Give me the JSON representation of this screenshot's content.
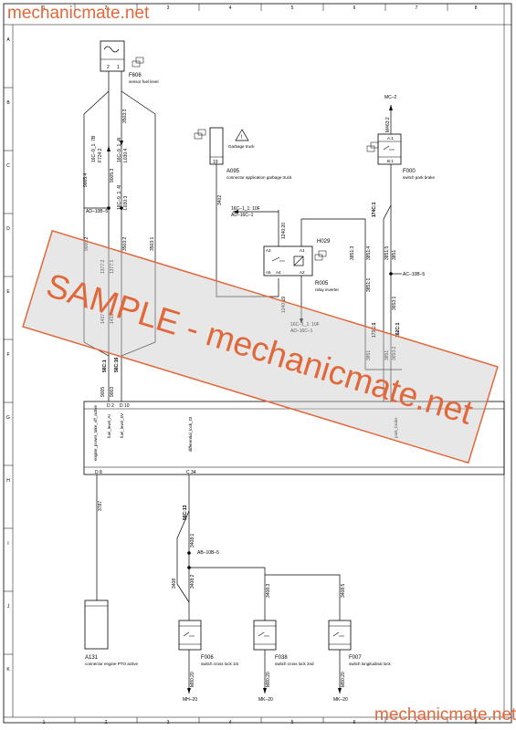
{
  "watermark": {
    "site": "mechanicmate.net",
    "banner": "SAMPLE - mechanicmate.net"
  },
  "grid": {
    "columns": [
      "1",
      "2",
      "3",
      "4",
      "5",
      "6",
      "7",
      "8"
    ],
    "rows": [
      "A",
      "B",
      "C",
      "D",
      "E",
      "F",
      "G",
      "H",
      "I",
      "J",
      "K"
    ]
  },
  "components": {
    "f606": {
      "id": "F606",
      "desc": "sensor fuel level"
    },
    "a095": {
      "id": "A095",
      "desc": "connector application garbage truck",
      "pin": "19"
    },
    "garbage": {
      "label": "Garbage truck"
    },
    "f000": {
      "id": "F000",
      "desc": "switch park brake",
      "pin_top": "A:1",
      "pin_bot": "B:1"
    },
    "h029": {
      "id": "H029"
    },
    "r005": {
      "id": "R005",
      "desc": "relay inverter"
    },
    "a131": {
      "id": "A131",
      "desc": "connector engine PTO active"
    },
    "f006": {
      "id": "F006",
      "desc": "switch cross lock 1st"
    },
    "f038": {
      "id": "F038",
      "desc": "switch cross lock 2nd"
    },
    "f007": {
      "id": "F007",
      "desc": "switch longitudinal lock"
    }
  },
  "refs": {
    "mc2": "MC–2",
    "ref1a": "16C–9_1: 7B",
    "ref1b": "F724:2",
    "ref2a": "16C–9_1: 4I",
    "ref2b": "L030:4",
    "ref3a": "16C–9_1: 4I",
    "ref3b": "L030:3",
    "ad10b5": "AD–10B–5",
    "ref16c_a": "16C–1_1: 10F",
    "ref16c_b": "AD–16C–1",
    "ref16c_c": "16C–1_1: 10F",
    "ref16c_d": "AD–16C–1",
    "ac10b5": "AC–10B–5",
    "ab10b5": "AB–10B–5",
    "mh20": "MH–20",
    "mk20a": "MK–20",
    "mk20b": "MK–20"
  },
  "bus": {
    "p_d2": "D 2",
    "p_d10": "D 10",
    "p_d8": "D 8",
    "p_c34": "C 34",
    "s1": "engine_power_take_off_active",
    "s2": "fuel_level_AI",
    "s3": "fuel_level_5V",
    "s4": "differential_lock_DI",
    "s5": "park_brake"
  },
  "wires": {
    "w9005_4": "9005:4",
    "w9005_3": "9005:3",
    "w3503_3": "3503:3",
    "w9005_2": "9005:2",
    "w1377_2": "1377:2",
    "w1377_1": "1377:1",
    "w3503_2": "3503:2",
    "w3503_1": "3503:1",
    "w1437": "1437",
    "w1433": "1433",
    "w9005": "9005",
    "w9003": "9003",
    "w3402": "3402",
    "w1240_20": "1240:20",
    "w1240_19": "1240:19",
    "w3851_3": "3851:3",
    "w3851_4": "3851:4",
    "w3851_1": "3851:1",
    "w3851_5": "3851:5",
    "w3851": "3851",
    "w3851_b": "3851",
    "w3851_c": "3851",
    "w3653_1": "3653:1",
    "w3653_2": "3653:2",
    "wM463_2": "M463:2",
    "w3787": "3787",
    "w3408": "3408",
    "w3408_1": "3408:1",
    "w3408_2": "3408:2",
    "w3408_3": "3408:3",
    "w3408_4": "3408",
    "w3408_5": "3408",
    "w3408_6": "3408:5",
    "wM80_20a": "M80:20",
    "wM80_20b": "M80:20",
    "wM80_20c": "M80:20",
    "c56c1": "56C:1",
    "c56c16": "56C:16",
    "c56c13": "56C:13",
    "c174c1": "174C:1",
    "c173c1": "173C:1",
    "c162c1": "162C:1",
    "relay_a3": "A3",
    "relay_a1": "A1",
    "relay_a5": "A5",
    "relay_a4": "A4",
    "relay_a2": "A2"
  },
  "bottom_cols": [
    "1",
    "2",
    "3",
    "4",
    "5",
    "6",
    "7",
    "8"
  ]
}
